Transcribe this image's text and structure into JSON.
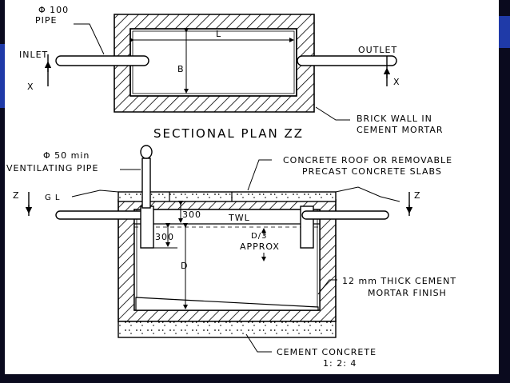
{
  "colors": {
    "background": "#0a0a1e",
    "sheet": "#ffffff",
    "ink": "#000000",
    "accent_blue": "#1f3aa8"
  },
  "plan": {
    "pipe_100_line1": "Φ 100",
    "pipe_100_line2": "PIPE",
    "inlet": "INLET",
    "outlet": "OUTLET",
    "section_x_left": "X",
    "section_x_right": "X",
    "length": "L",
    "breadth": "B",
    "brick_wall_line1": "BRICK WALL IN",
    "brick_wall_line2": "CEMENT MORTAR",
    "title": "SECTIONAL PLAN ZZ"
  },
  "section": {
    "vent_line1": "Φ 50 min",
    "vent_line2": "VENTILATING PIPE",
    "roof_line1": "CONCRETE ROOF OR REMOVABLE",
    "roof_line2": "PRECAST CONCRETE SLABS",
    "z_left": "Z",
    "z_right": "Z",
    "ground_level": "G L",
    "dim_300_top": "300",
    "dim_300_baffle": "300",
    "twl": "TWL",
    "d_by_3": "D/3",
    "approx": "APPROX",
    "depth": "D",
    "mortar_line1": "12 mm THICK CEMENT",
    "mortar_line2": "MORTAR FINISH",
    "concrete_line1": "CEMENT CONCRETE",
    "concrete_line2": "1: 2: 4"
  }
}
